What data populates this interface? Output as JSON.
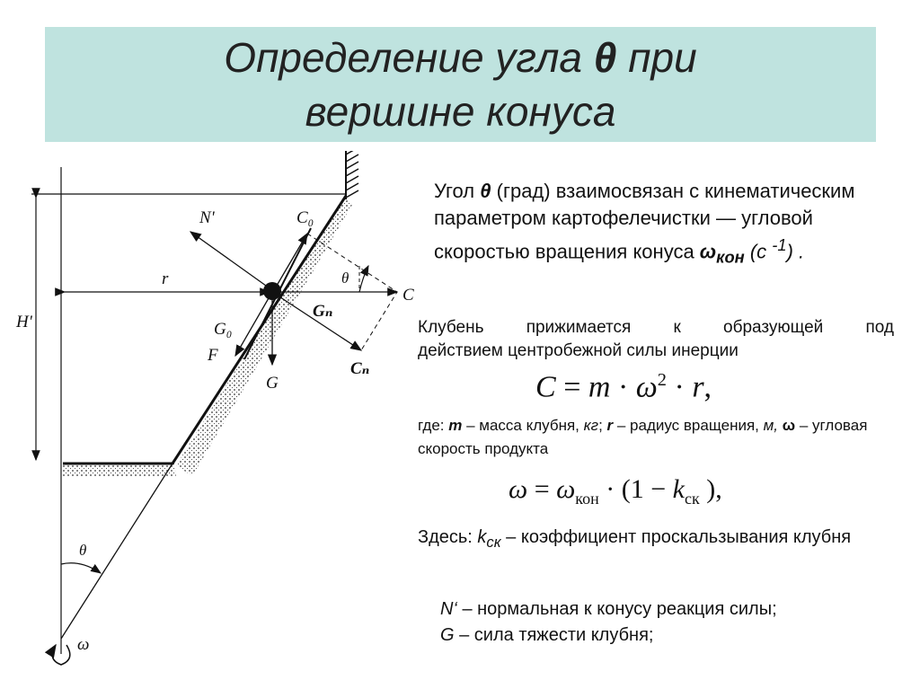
{
  "slide": {
    "title_line1_pre": "Определение угла ",
    "title_theta": "θ",
    "title_line1_post": " при",
    "title_line2": "вершине конуса"
  },
  "intro": {
    "p1": "Угол ",
    "theta": "θ",
    "p2": " (град) взаимосвязан с кинематическим параметром картофелечистки — угловой скоростью вращения  конуса ",
    "omega": "ω",
    "omega_sub": "кон",
    "p3": " (с ",
    "exp": "-1",
    "p4": ") ."
  },
  "desc": {
    "line1": "Клубень прижимается к образующей под",
    "line2": "действием центробежной силы инерции"
  },
  "formula1": {
    "c": "C",
    "eq": " = ",
    "m": "m",
    "dot": " · ",
    "w": "ω",
    "sq": "2",
    "dot2": " · ",
    "r": "r",
    "end": ","
  },
  "where": {
    "p1": "где: ",
    "m": "m",
    "p2": " – масса клубня, ",
    "kg": "кг",
    "p3": "; ",
    "r": "r",
    "p4": " – радиус вращения, ",
    "m2": "м, ",
    "w": "ω",
    "p5": " – угловая скорость продукта"
  },
  "formula2": {
    "w": "ω",
    "eq": " = ",
    "w2": "ω",
    "kon": "кон",
    "dot": " · (1 − ",
    "k": "k",
    "sk": "ск",
    "end": " ),"
  },
  "note": {
    "p1": "Здесь: ",
    "k": "k",
    "ksub": "ск",
    "p2": " – коэффициент проскальзывания клубня"
  },
  "legend": {
    "n": "N‘",
    "n_text": " – нормальная к конусу реакция силы;",
    "g": "G",
    "g_text": " – сила тяжести клубня;"
  },
  "diagram_labels": {
    "n_prime": "N'",
    "c0": "C₀",
    "r": "r",
    "theta_top": "θ",
    "c": "C",
    "h_prime": "H'",
    "g0": "G₀",
    "gn": "Gₙ",
    "f": "F",
    "cn": "Cₙ",
    "g": "G",
    "theta_bottom": "θ",
    "omega": "ω"
  },
  "colors": {
    "title_band": "#bfe3df",
    "ink": "#111111"
  }
}
